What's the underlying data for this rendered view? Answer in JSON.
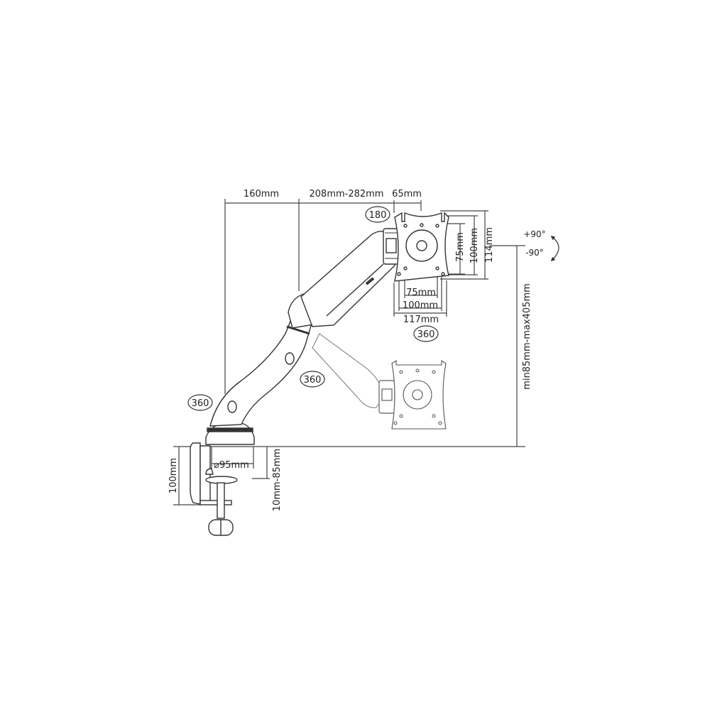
{
  "diagram": {
    "type": "technical-dimension-drawing",
    "subject": "gas-spring monitor arm with desk clamp",
    "colors": {
      "line": "#333333",
      "fill": "#ffffff",
      "shade": "#555555",
      "text": "#222222"
    },
    "horizontal_dimensions": {
      "base_to_elbow": "160mm",
      "elbow_to_head": "208mm-282mm",
      "head_offset": "65mm"
    },
    "vesa_plate": {
      "height_inner": "75mm",
      "height_mid": "100mm",
      "height_outer": "114mm",
      "width_inner": "75mm",
      "width_mid": "100mm",
      "width_outer": "117mm"
    },
    "vertical_dimensions": {
      "height_range": "min85mm-max405mm",
      "clamp_height": "100mm",
      "desk_thickness": "10mm-85mm",
      "base_diameter": "⌀95mm"
    },
    "rotations": {
      "head_tilt": "180",
      "plate_rotation": "360",
      "forearm_swivel": "360",
      "base_swivel": "360",
      "tilt_up": "+90°",
      "tilt_down": "-90°"
    }
  }
}
